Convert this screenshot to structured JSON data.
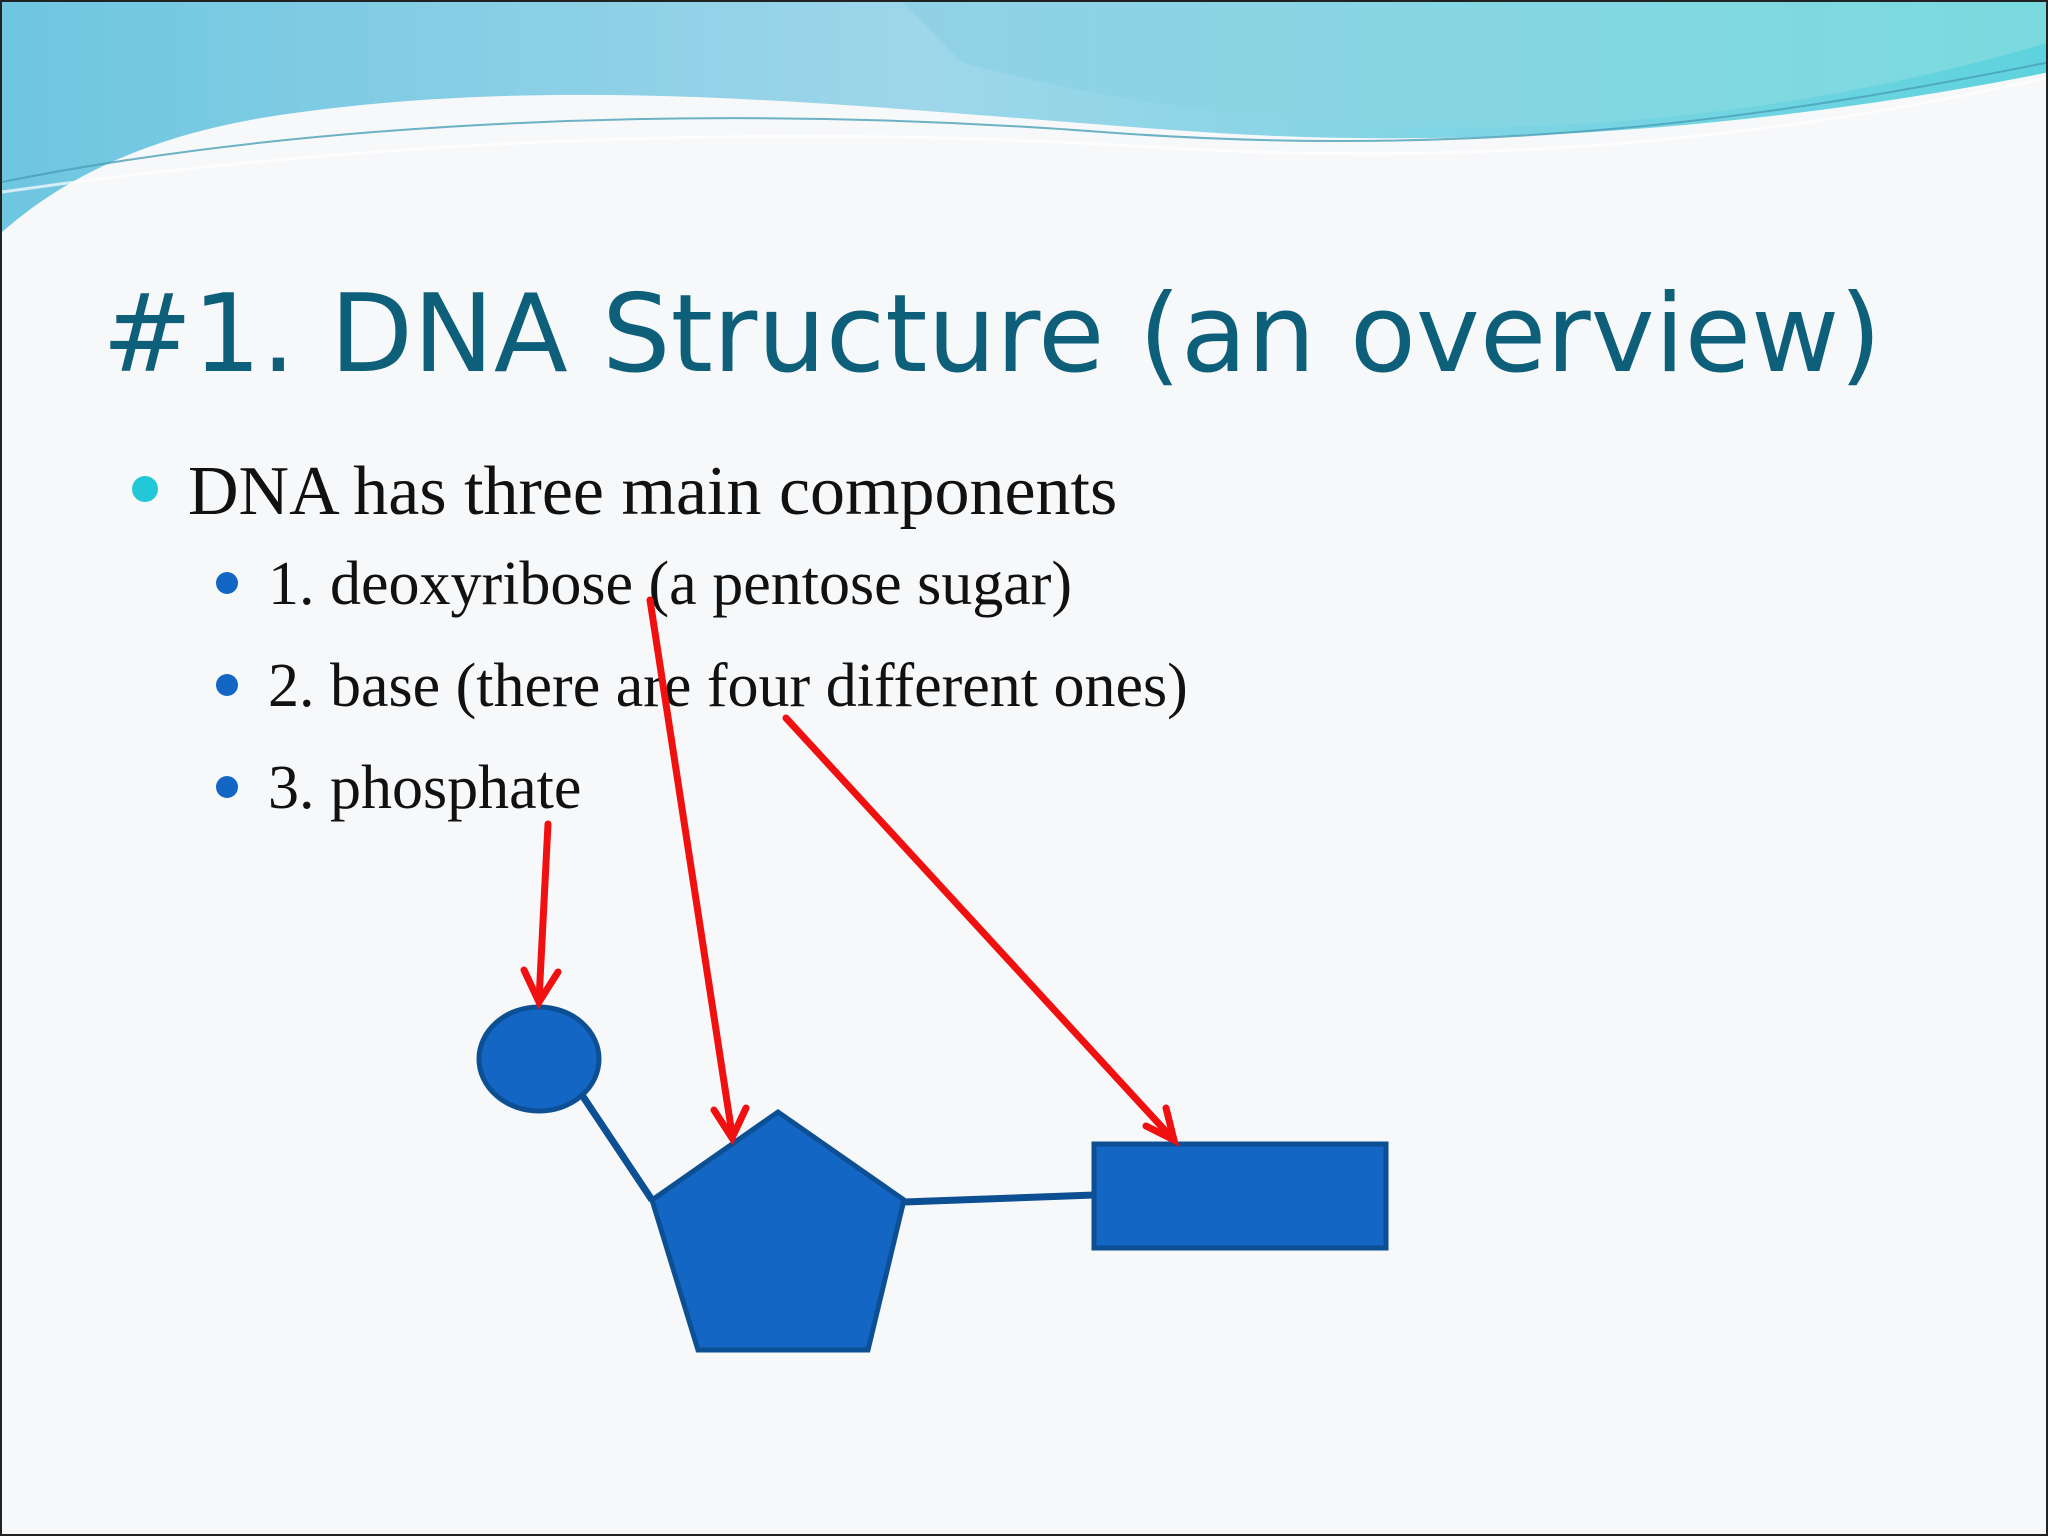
{
  "slide": {
    "title": "#1. DNA Structure (an overview)",
    "main_bullet": "DNA has three main components",
    "sub_bullets": [
      "1. deoxyribose (a pentose sugar)",
      "2. base (there are four different ones)",
      "3. phosphate"
    ]
  },
  "colors": {
    "title": "#0e5f7a",
    "shape_fill": "#1366c4",
    "shape_stroke": "#0d4f93",
    "arrow": "#f01010",
    "bullet_main": "#22c7d8",
    "bullet_sub": "#1366c4"
  },
  "diagram": {
    "shapes": [
      "phosphate-circle",
      "sugar-pentagon",
      "base-rectangle"
    ],
    "arrows": [
      "phosphate-to-circle",
      "deoxyribose-to-pentagon",
      "base-to-rectangle"
    ]
  }
}
